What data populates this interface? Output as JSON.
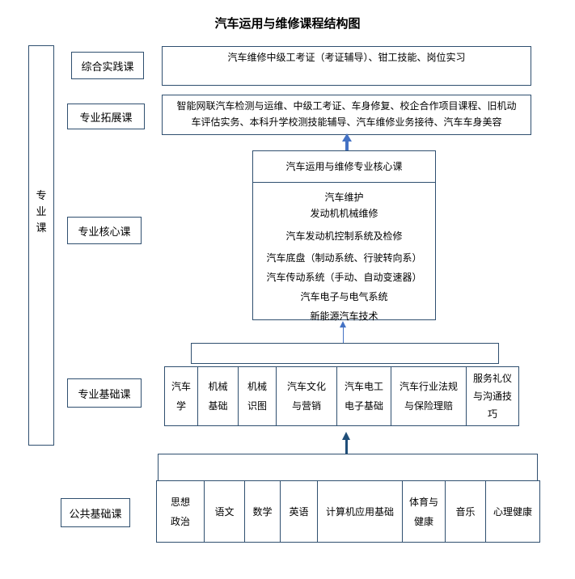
{
  "title": "汽车运用与维修课程结构图",
  "side_label": [
    "专",
    "业",
    "课"
  ],
  "categories": {
    "comprehensive": "综合实践课",
    "extension": "专业拓展课",
    "core": "专业核心课",
    "basic": "专业基础课",
    "public": "公共基础课"
  },
  "comprehensive_content": "汽车维修中级工考证（考证辅导）、钳工技能、岗位实习",
  "extension_content": [
    "智能网联汽车检测与运维、中级工考证、车身修复、校企合作项目课程、旧机动",
    "车评估实务、本科升学校测技能辅导、汽车维修业务接待、汽车车身美容"
  ],
  "core_header": "汽车运用与维修专业核心课",
  "core_items": [
    "汽车维护",
    "发动机机械维修",
    "汽车发动机控制系统及检修",
    "汽车底盘（制动系统、行驶转向系）",
    "汽车传动系统（手动、自动变速器）",
    "汽车电子与电气系统",
    "新能源汽车技术"
  ],
  "basic_items": [
    [
      "汽车",
      "学"
    ],
    [
      "机械",
      "基础"
    ],
    [
      "机械",
      "识图"
    ],
    [
      "汽车文化",
      "与营销"
    ],
    [
      "汽车电工",
      "电子基础"
    ],
    [
      "汽车行业法规",
      "与保险理赔"
    ],
    [
      "服务礼仪",
      "与沟通技",
      "巧"
    ]
  ],
  "public_items": [
    [
      "思想",
      "政治"
    ],
    [
      "语文"
    ],
    [
      "数学"
    ],
    [
      "英语"
    ],
    [
      "计算机应用基础"
    ],
    [
      "体育与",
      "健康"
    ],
    [
      "音乐"
    ],
    [
      "心理健康"
    ]
  ]
}
